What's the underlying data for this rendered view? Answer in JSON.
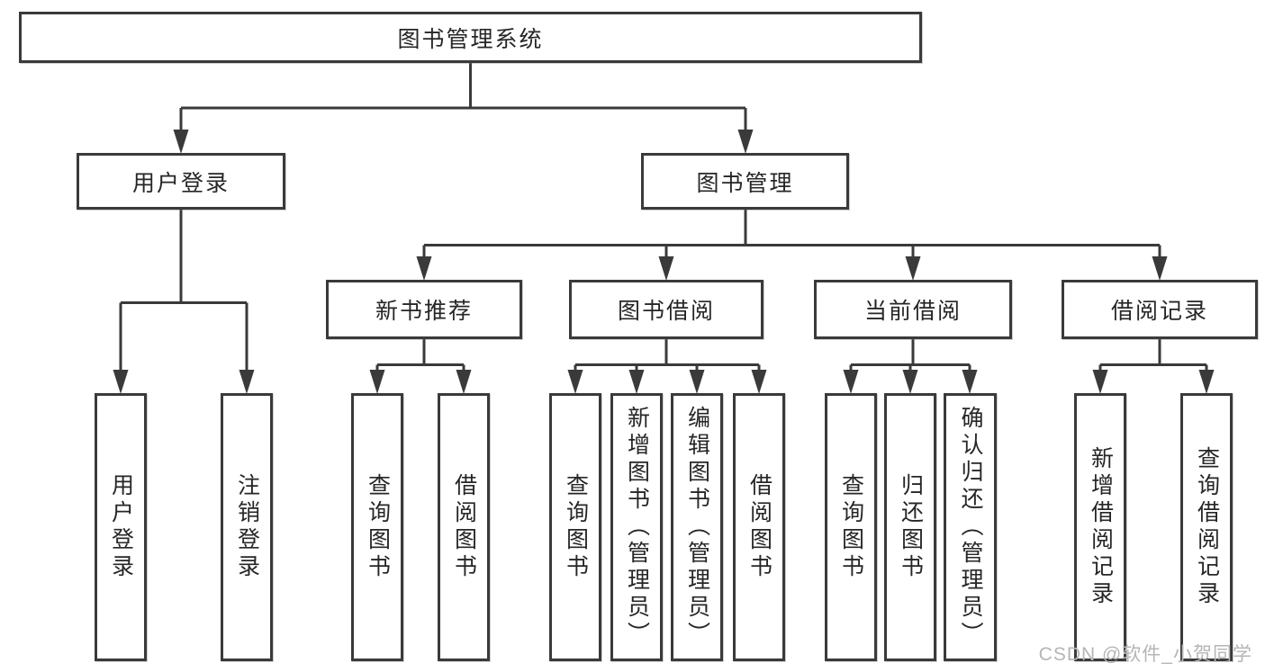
{
  "diagram": {
    "root": "图书管理系统",
    "user_branch": {
      "label": "用户登录",
      "children": [
        "用户登录",
        "注销登录"
      ]
    },
    "book_branch": {
      "label": "图书管理",
      "groups": [
        {
          "label": "新书推荐",
          "children": [
            "查询图书",
            "借阅图书"
          ]
        },
        {
          "label": "图书借阅",
          "children": [
            "查询图书",
            "新增图书（管理员）",
            "编辑图书（管理员）",
            "借阅图书"
          ]
        },
        {
          "label": "当前借阅",
          "children": [
            "查询图书",
            "归还图书",
            "确认归还（管理员）"
          ]
        },
        {
          "label": "借阅记录",
          "children": [
            "新增借阅记录",
            "查询借阅记录"
          ]
        }
      ]
    }
  },
  "watermark": "CSDN @软件_小贺同学",
  "colors": {
    "line": "#3a3a3a",
    "text": "#262626",
    "watermark": "#b5b5b5",
    "background": "#ffffff"
  }
}
